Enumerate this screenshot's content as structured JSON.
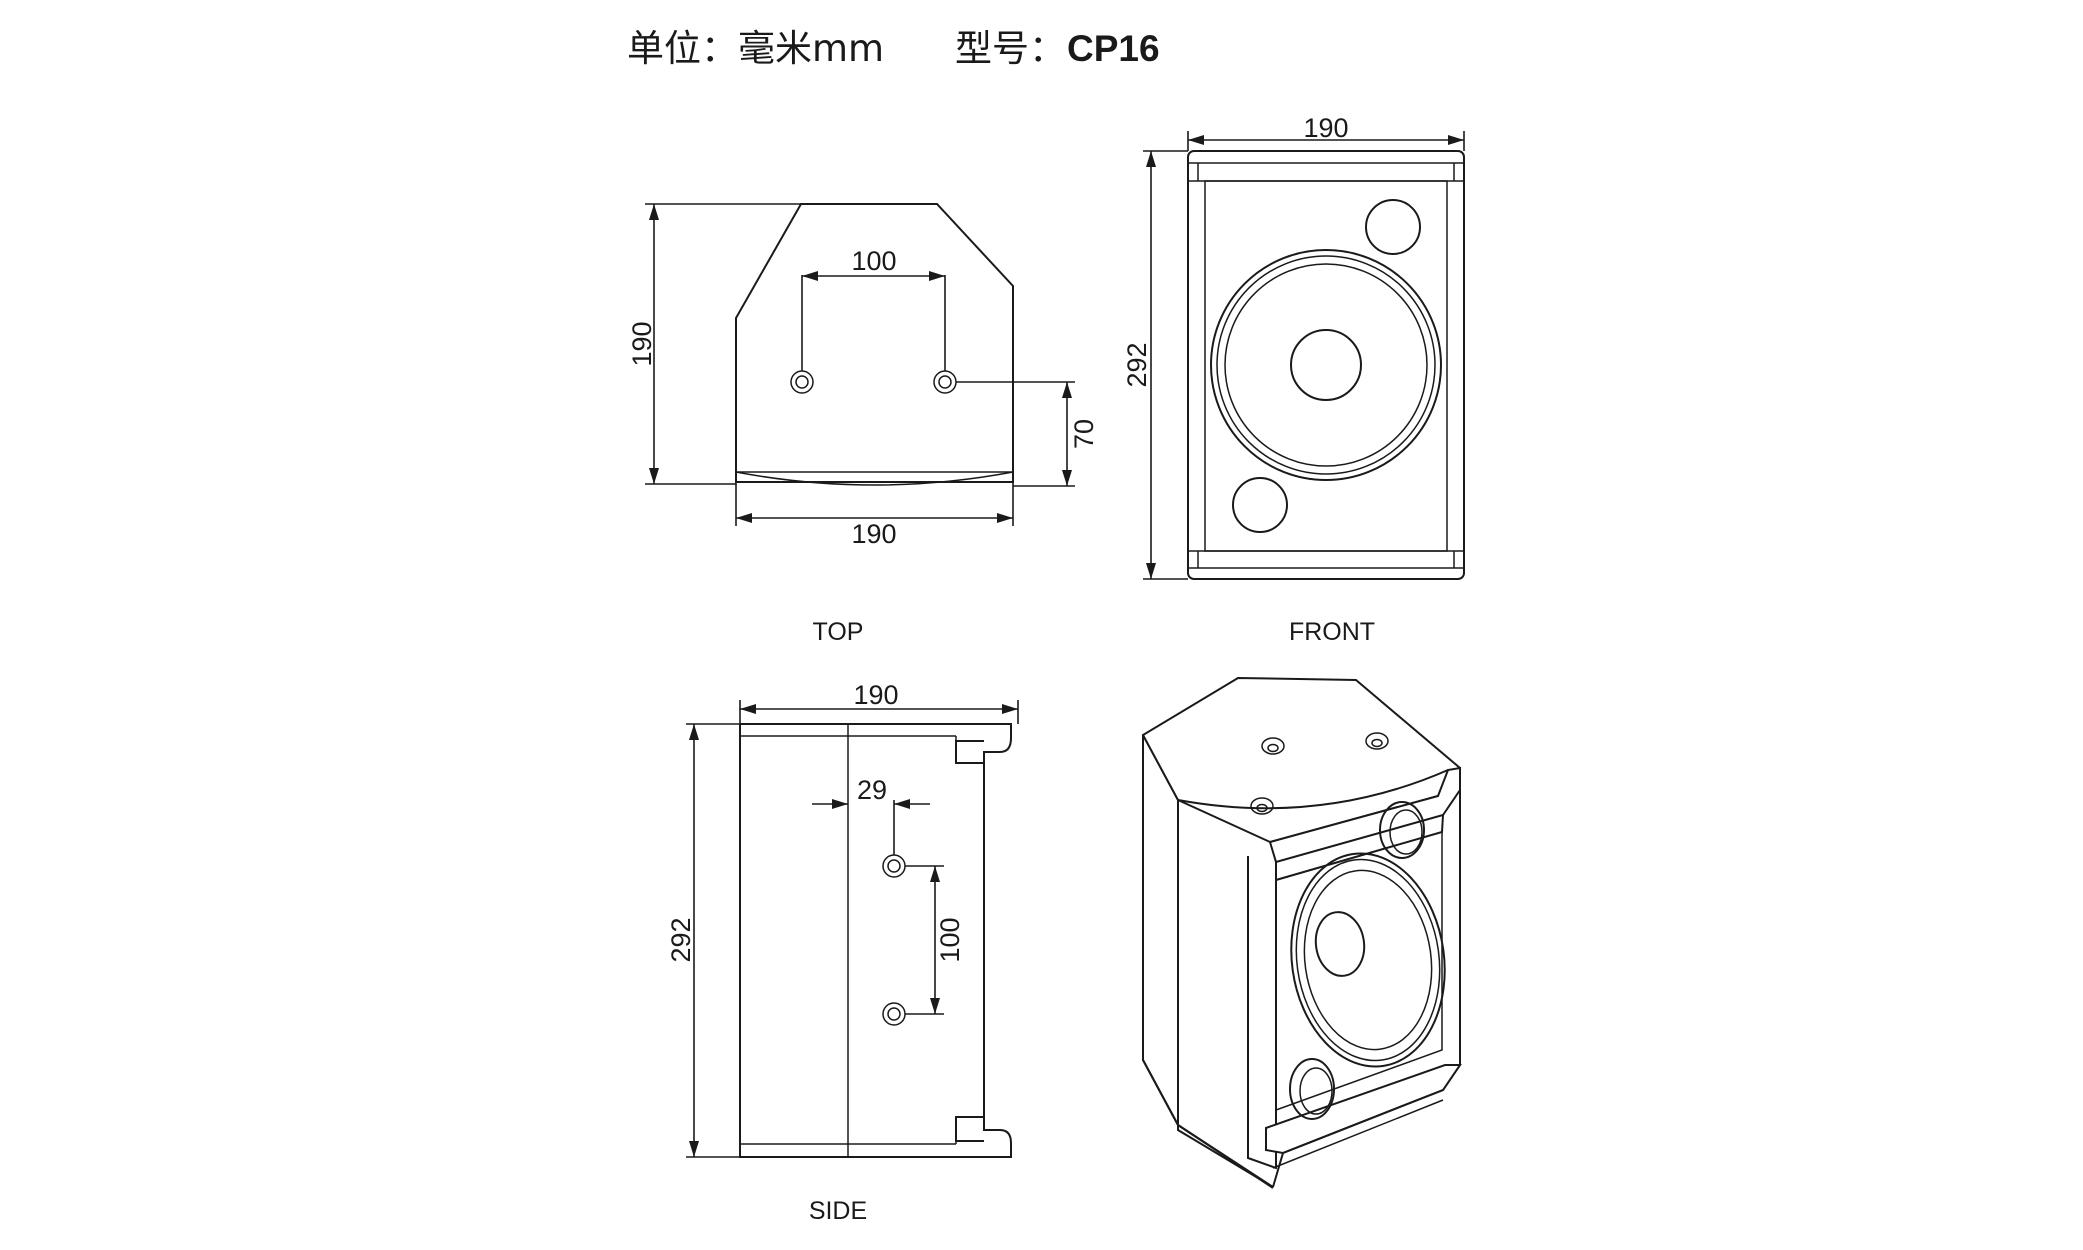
{
  "header": {
    "unit_label": "单位：毫米mm",
    "model_label": "型号：",
    "model_value": "CP16"
  },
  "views": {
    "top": {
      "label": "TOP",
      "dims": {
        "depth": "190",
        "mount_spacing": "100",
        "mount_offset": "70",
        "width": "190"
      }
    },
    "front": {
      "label": "FRONT",
      "dims": {
        "width": "190",
        "height": "292"
      }
    },
    "side": {
      "label": "SIDE",
      "dims": {
        "depth": "190",
        "height": "292",
        "mount_inset": "29",
        "mount_spacing": "100"
      }
    },
    "isometric": {
      "label": ""
    }
  }
}
